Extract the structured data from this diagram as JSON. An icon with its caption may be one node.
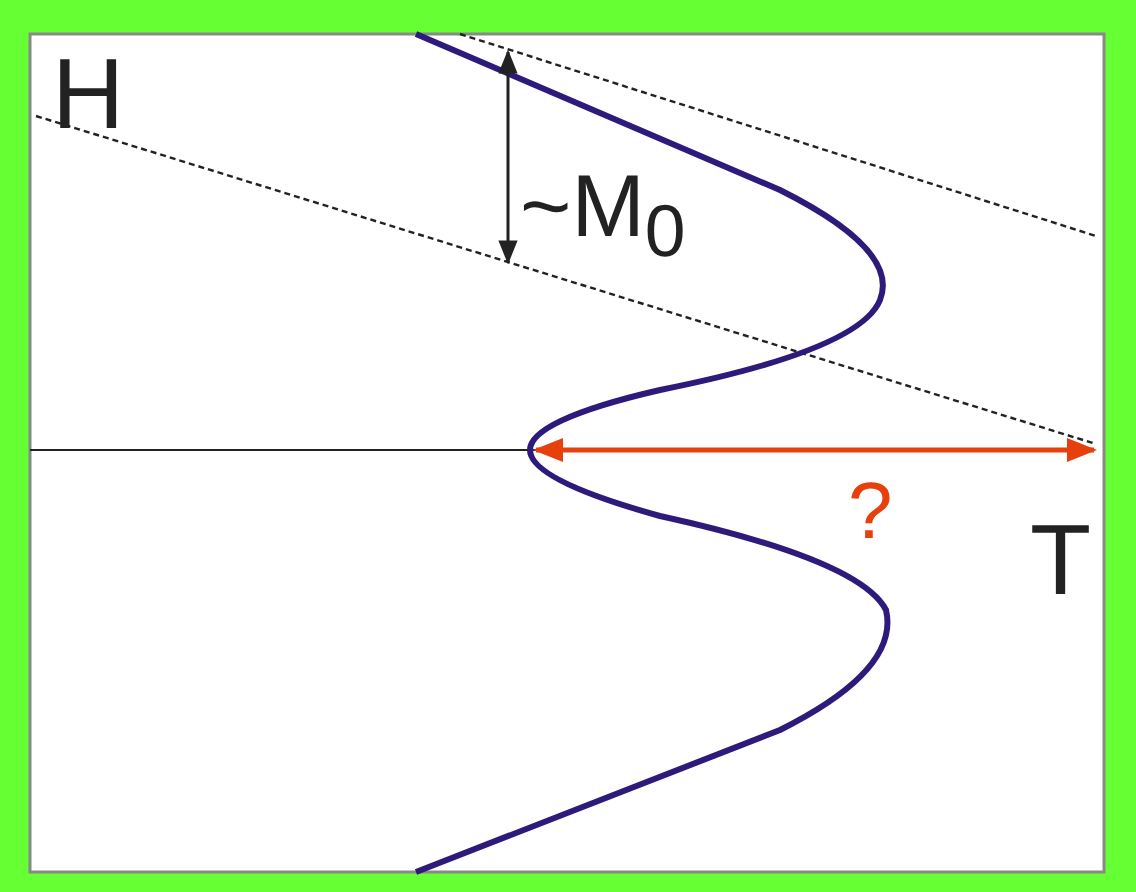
{
  "diagram": {
    "labels": [
      "H",
      "~M$_{0}$",
      "?",
      "T"
    ]
  }
}
